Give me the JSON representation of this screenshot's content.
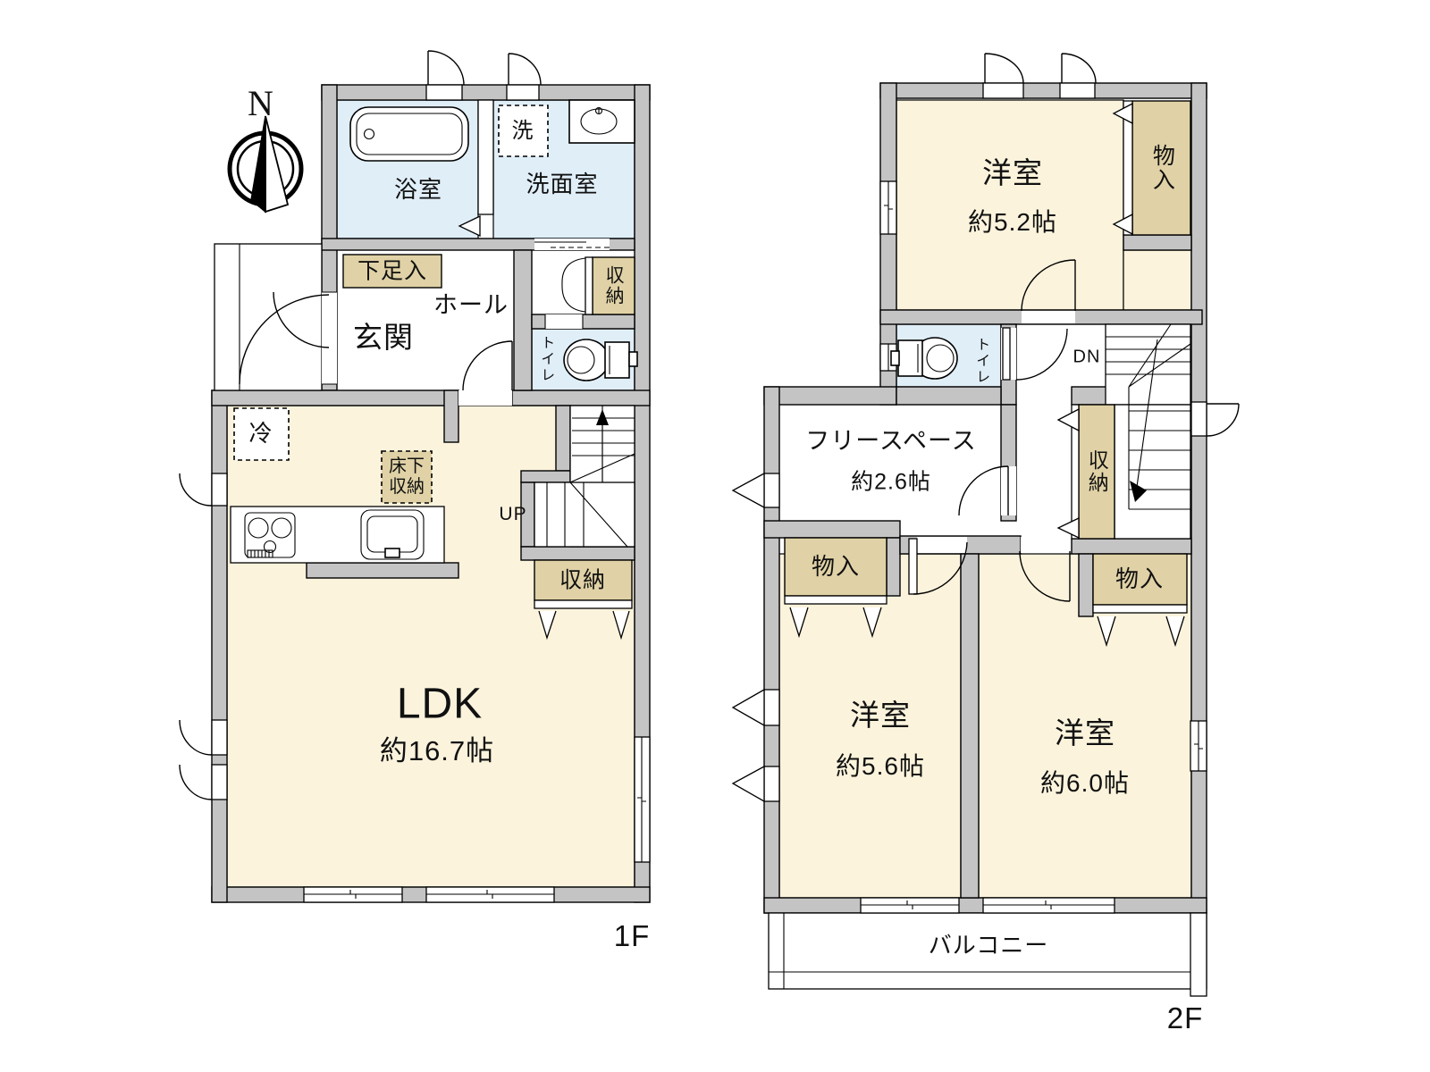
{
  "colors": {
    "wall": "#C4C4C4",
    "room_cream": "#FBF3DC",
    "closet_tan": "#E0D2A6",
    "water_blue": "#E0EEF8",
    "outline": "#000000"
  },
  "compass": {
    "north_label": "N"
  },
  "floor1": {
    "floor_label": "1F",
    "bath": "浴室",
    "washroom": "洗面室",
    "washer": "洗",
    "shoe_cabinet": "下足入",
    "entrance": "玄関",
    "hall": "ホール",
    "hall_closet": "収納",
    "toilet": "トイレ",
    "refrigerator": "冷",
    "underfloor_storage": "床下収納",
    "ldk": "LDK",
    "ldk_area": "約16.7帖",
    "stairs": "UP",
    "ldk_closet": "収納"
  },
  "floor2": {
    "floor_label": "2F",
    "room_a": "洋室",
    "room_a_area": "約5.2帖",
    "room_a_closet": "物入",
    "toilet": "トイレ",
    "stairs": "DN",
    "free_space": "フリースペース",
    "free_space_area": "約2.6帖",
    "hall_closet": "収納",
    "room_b_closet": "物入",
    "room_c_closet": "物入",
    "room_b": "洋室",
    "room_b_area": "約5.6帖",
    "room_c": "洋室",
    "room_c_area": "約6.0帖",
    "balcony": "バルコニー"
  }
}
